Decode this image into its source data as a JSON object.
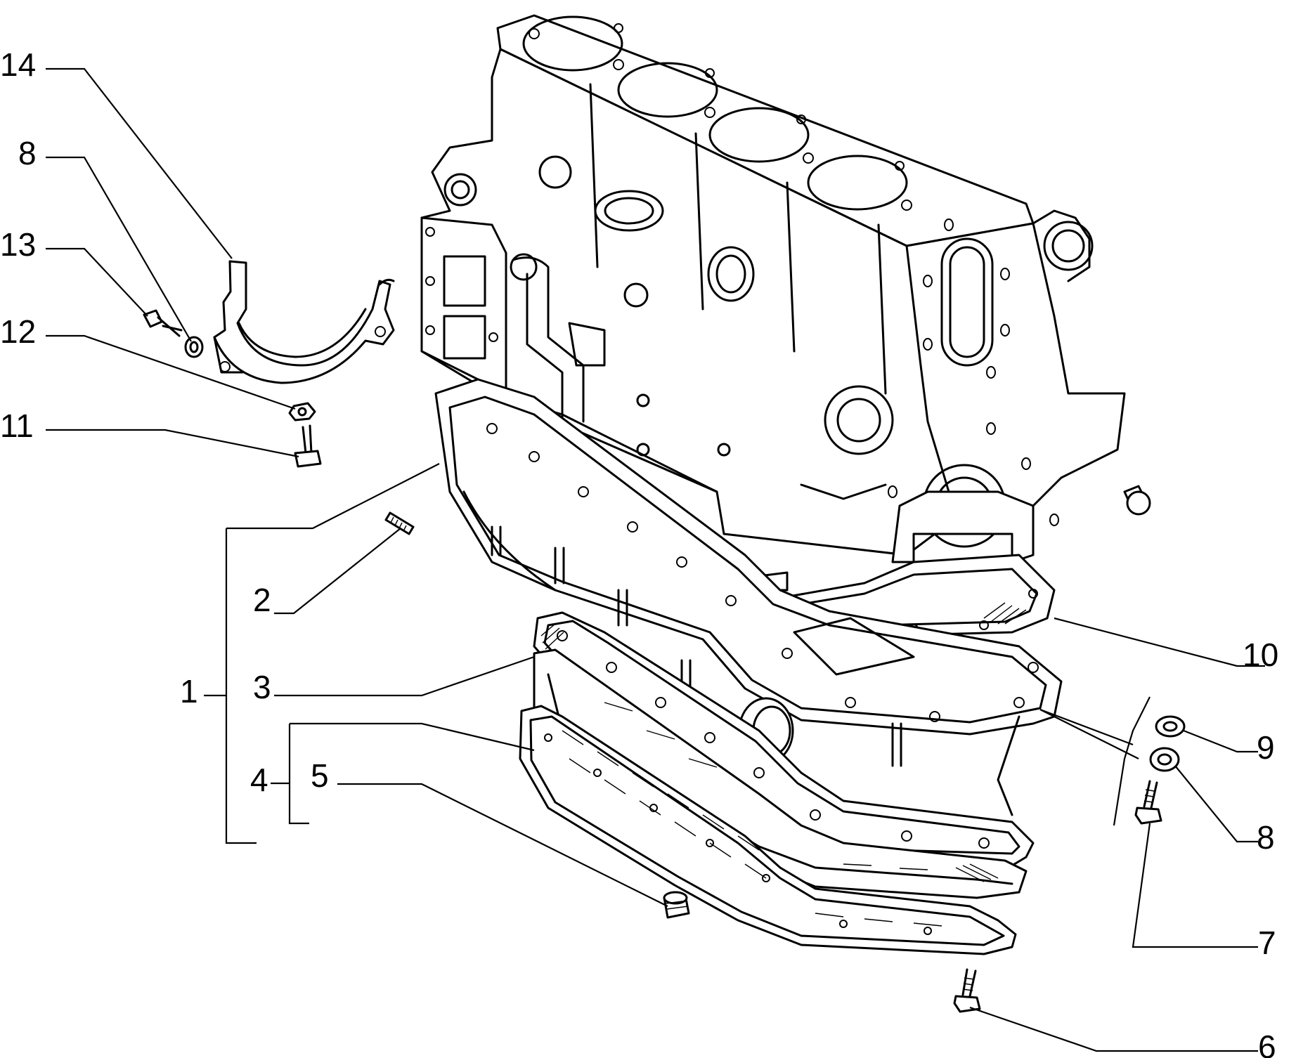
{
  "diagram": {
    "callouts": [
      {
        "id": "c14",
        "label": "14"
      },
      {
        "id": "c8a",
        "label": "8"
      },
      {
        "id": "c13",
        "label": "13"
      },
      {
        "id": "c12",
        "label": "12"
      },
      {
        "id": "c11",
        "label": "11"
      },
      {
        "id": "c1",
        "label": "1"
      },
      {
        "id": "c2",
        "label": "2"
      },
      {
        "id": "c3",
        "label": "3"
      },
      {
        "id": "c4",
        "label": "4"
      },
      {
        "id": "c5",
        "label": "5"
      },
      {
        "id": "c10",
        "label": "10"
      },
      {
        "id": "c9",
        "label": "9"
      },
      {
        "id": "c8b",
        "label": "8"
      },
      {
        "id": "c7",
        "label": "7"
      },
      {
        "id": "c6",
        "label": "6"
      }
    ]
  }
}
